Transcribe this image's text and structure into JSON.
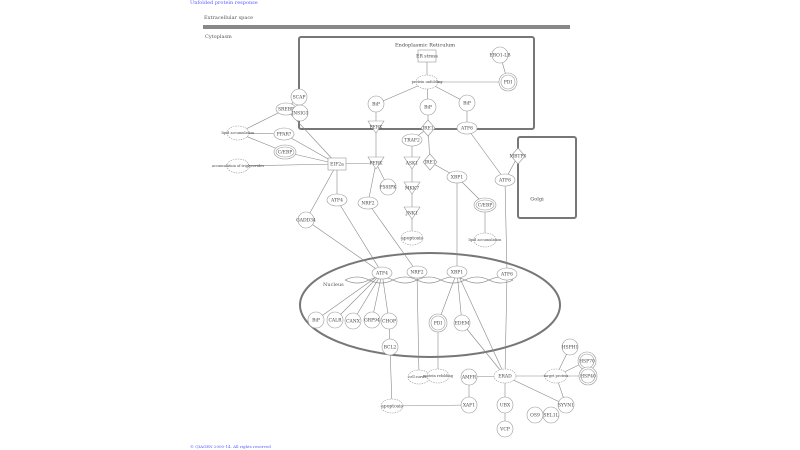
{
  "title": "Unfolded protein response",
  "compartments": {
    "extracellular": "Extracellular space",
    "cytoplasm": "Cytoplasm",
    "er": "Endoplasmic Reticulum",
    "golgi": "Golgi",
    "nucleus": "Nucleus"
  },
  "nodes": {
    "er_stress": "ER stress",
    "unfolded": "protein unfolding",
    "ero1": "ERO1-LB",
    "pdi_er": "PDI",
    "bip1": "BiP",
    "bip2": "BiP",
    "bip3": "BiP",
    "perk_er": "PERK",
    "ire1_er": "IRE1",
    "atf6_er": "ATF6",
    "scap": "SCAP",
    "srebp": "SREBP",
    "insig1": "INSIG1",
    "lipid1": "lipid accumulation",
    "ppar": "PPAR?",
    "cebp1": "C/EBP",
    "trig": "accumulation of triglycerides",
    "eif2a": "EIF2a",
    "perk": "PERK",
    "p58": "P58IPK",
    "atf4": "ATF4",
    "nrf2": "NRF2",
    "gadd34": "GADD34",
    "traf2": "TRAF2",
    "ask1": "ASK1",
    "mkk7": "MKK7",
    "jnk1": "JNK1",
    "apop1": "apoptosis",
    "ire1": "IRE1",
    "xbp1": "XBP1",
    "cebp2": "C/EBP",
    "lipid2": "lipid accumulation",
    "mbtps": "MBTPS",
    "atf6": "ATF6",
    "n_atf4": "ATF4",
    "n_nrf2": "NRF2",
    "n_xbp1": "XBP1",
    "n_atf6": "ATF6",
    "n_bip": "BiP",
    "calr": "CALR",
    "canx": "CANX",
    "grp94": "GRP94",
    "chop": "CHOP",
    "n_pdi": "PDI",
    "edem": "EDEM",
    "bcl2": "BCL2",
    "survival": "cell survival",
    "refold": "protein refolding",
    "apop2": "apoptosis",
    "amfr": "AMFR",
    "erad": "ERAD",
    "xaf1": "XAF1",
    "ubx": "UBX",
    "vcp": "VCP",
    "target": "target protein",
    "hsph1": "HSPH1",
    "hsp70": "HSP70",
    "hsp40": "HSP40",
    "syvn1": "SYVN1",
    "sel1l": "SEL1L",
    "os9": "OS9"
  },
  "footer": "© QIAGEN 2000-14. All rights reserved"
}
